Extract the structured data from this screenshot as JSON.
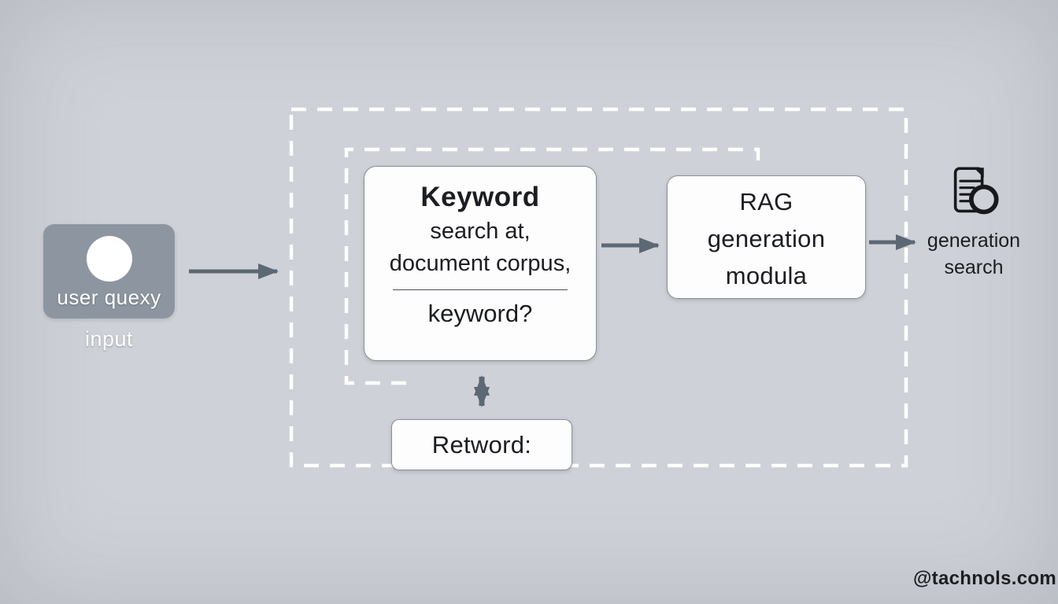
{
  "colors": {
    "background": "#ced1d7",
    "box_fill": "#fdfdfe",
    "box_border": "#8a9097",
    "user_box_fill": "#8d96a0",
    "white_text": "#ffffff",
    "dark_text": "#1b1d20",
    "arrow_color": "#5c6874",
    "dashed_line": "#ffffff",
    "icon_color": "#17191c"
  },
  "nodes": {
    "user_query": {
      "label": "user quexy",
      "caption": "input"
    },
    "keyword": {
      "line1": "Keyword",
      "line2": "search at,",
      "line3": "document corpus,",
      "line4": "keyword?"
    },
    "rag": {
      "line1": "RAG",
      "line2": "generation",
      "line3": "modula"
    },
    "retword": {
      "label": "Retword:"
    },
    "output": {
      "icon": "document-search-icon",
      "line1": "generation",
      "line2": "search"
    }
  },
  "watermark": "@tachnols.com"
}
